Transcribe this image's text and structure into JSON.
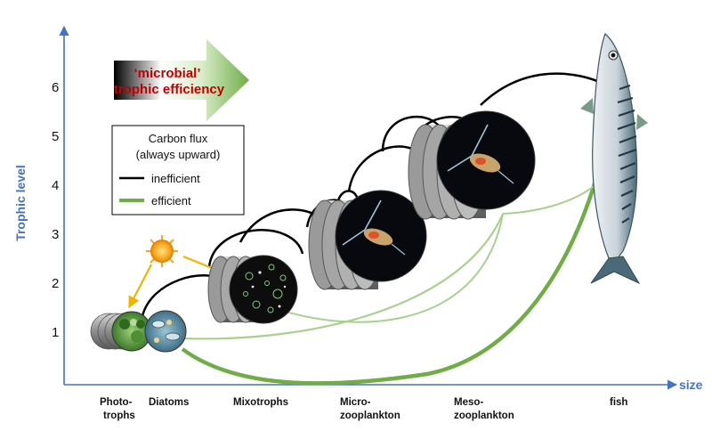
{
  "axes": {
    "y_title": "Trophic level",
    "x_title": "size",
    "y_ticks": [
      "1",
      "2",
      "3",
      "4",
      "5",
      "6"
    ]
  },
  "categories": {
    "phototrophs": [
      "Photo-",
      "trophs"
    ],
    "diatoms": "Diatoms",
    "mixotrophs": "Mixotrophs",
    "microzooplankton": [
      "Micro-",
      "zooplankton"
    ],
    "mesozooplankton": [
      "Meso-",
      "zooplankton"
    ],
    "fish": "fish"
  },
  "banner": {
    "line1": "‘microbial’",
    "line2": "trophic efficiency"
  },
  "legend": {
    "title_line1": "Carbon flux",
    "title_line2": "(always upward)",
    "inefficient": "inefficient",
    "efficient": "efficient"
  },
  "colors": {
    "axis": "#4472c4",
    "inefficient": "#000000",
    "efficient": "#70ad47",
    "efficient_light": "#a9d18e",
    "banner_text": "#c00000",
    "sun": "#f5a623",
    "sun_arrow": "#f0b400"
  },
  "icons": [
    "sun-icon",
    "copepod-icon",
    "fish-icon",
    "diatom-icon",
    "phytoplankton-icon"
  ]
}
